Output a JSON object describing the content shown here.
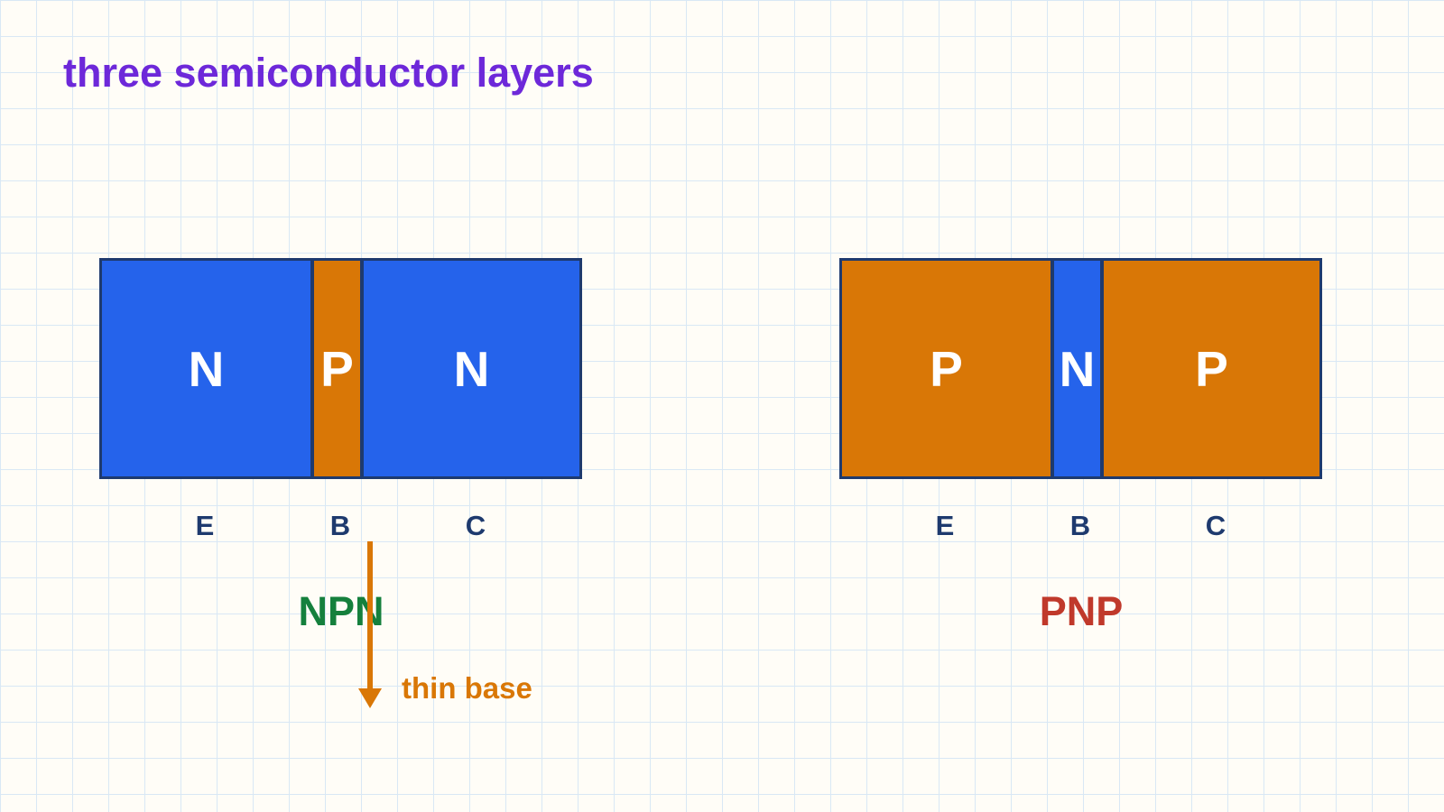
{
  "title": "three semiconductor layers",
  "colors": {
    "n_type": "#2563eb",
    "p_type": "#d97706",
    "outline": "#1e3a6e",
    "title": "#6d28d9",
    "npn_label": "#15803d",
    "pnp_label": "#c0392b",
    "grid": "#d9e8f5"
  },
  "npn": {
    "layers": [
      {
        "label": "N",
        "type": "n"
      },
      {
        "label": "P",
        "type": "p"
      },
      {
        "label": "N",
        "type": "n"
      }
    ],
    "terminals": [
      "E",
      "B",
      "C"
    ],
    "type_label": "NPN"
  },
  "pnp": {
    "layers": [
      {
        "label": "P",
        "type": "p"
      },
      {
        "label": "N",
        "type": "n"
      },
      {
        "label": "P",
        "type": "p"
      }
    ],
    "terminals": [
      "E",
      "B",
      "C"
    ],
    "type_label": "PNP"
  },
  "annotation": {
    "text": "thin base",
    "icon": "arrow-down-icon"
  }
}
